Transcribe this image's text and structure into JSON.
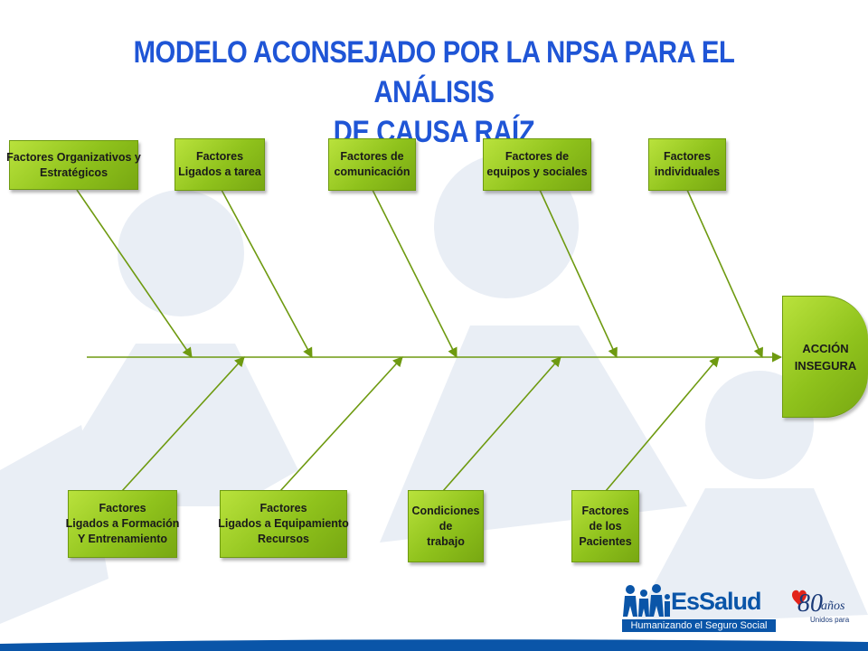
{
  "title": {
    "line1": "MODELO ACONSEJADO POR LA NPSA PARA EL ANÁLISIS",
    "line2": "DE CAUSA RAÍZ"
  },
  "effect": {
    "line1": "ACCIÓN",
    "line2": "INSEGURA"
  },
  "top_causes": [
    {
      "lines": [
        "Factores Organizativos y",
        "Estratégicos"
      ]
    },
    {
      "lines": [
        "Factores",
        "Ligados a tarea"
      ]
    },
    {
      "lines": [
        "Factores de",
        "comunicación"
      ]
    },
    {
      "lines": [
        "Factores de",
        "equipos y sociales"
      ]
    },
    {
      "lines": [
        "Factores",
        "individuales"
      ]
    }
  ],
  "bottom_causes": [
    {
      "lines": [
        "Factores",
        "Ligados a Formación",
        "Y Entrenamiento"
      ]
    },
    {
      "lines": [
        "Factores",
        "Ligados a Equipamiento",
        "Recursos"
      ]
    },
    {
      "lines": [
        "Condiciones",
        "de",
        "trabajo"
      ]
    },
    {
      "lines": [
        "Factores",
        "de los",
        "Pacientes"
      ]
    }
  ],
  "logo": {
    "brand": "EsSalud",
    "tagline": "Humanizando el Seguro Social",
    "seal_number": "80",
    "seal_word": "años",
    "seal_motto": "Unidos para ti"
  },
  "colors": {
    "title": "#1f55d6",
    "box_fill": "#8fc21c",
    "box_border": "#6e9a10",
    "connector": "#6e9a10",
    "brand_blue": "#0a55a8"
  }
}
